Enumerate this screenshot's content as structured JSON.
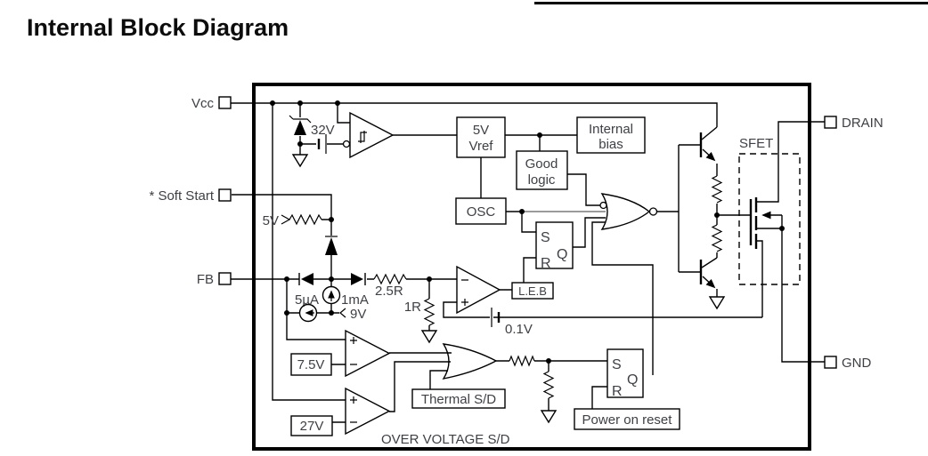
{
  "title": "Internal Block Diagram",
  "pins": {
    "vcc": "Vcc",
    "soft_start": "* Soft Start",
    "fb": "FB",
    "drain": "DRAIN",
    "gnd": "GND"
  },
  "blocks": {
    "vref_line1": "5V",
    "vref_line2": "Vref",
    "internal_bias_line1": "Internal",
    "internal_bias_line2": "bias",
    "good_logic_line1": "Good",
    "good_logic_line2": "logic",
    "osc": "OSC",
    "leb": "L.E.B",
    "thermal_sd": "Thermal S/D",
    "power_on_reset": "Power on reset",
    "ref_7_5v": "7.5V",
    "ref_27v": "27V"
  },
  "labels": {
    "zener_32v": "32V",
    "soft_start_5v": "5V",
    "current_5ua": "5µA",
    "current_1ma": "1mA",
    "clamp_9v": "9V",
    "resistor_2_5r": "2.5R",
    "resistor_1r": "1R",
    "sense_ref_0_1v": "0.1V",
    "sfet": "SFET",
    "over_voltage_sd": "OVER VOLTAGE S/D"
  },
  "latch_pwm": {
    "s": "S",
    "q": "Q",
    "r": "R"
  },
  "latch_protect": {
    "s": "S",
    "q": "Q",
    "r": "R"
  },
  "colors": {
    "line": "#000000",
    "text": "#3e4046",
    "osc_wire": "#9b9b9b",
    "background": "#ffffff"
  }
}
